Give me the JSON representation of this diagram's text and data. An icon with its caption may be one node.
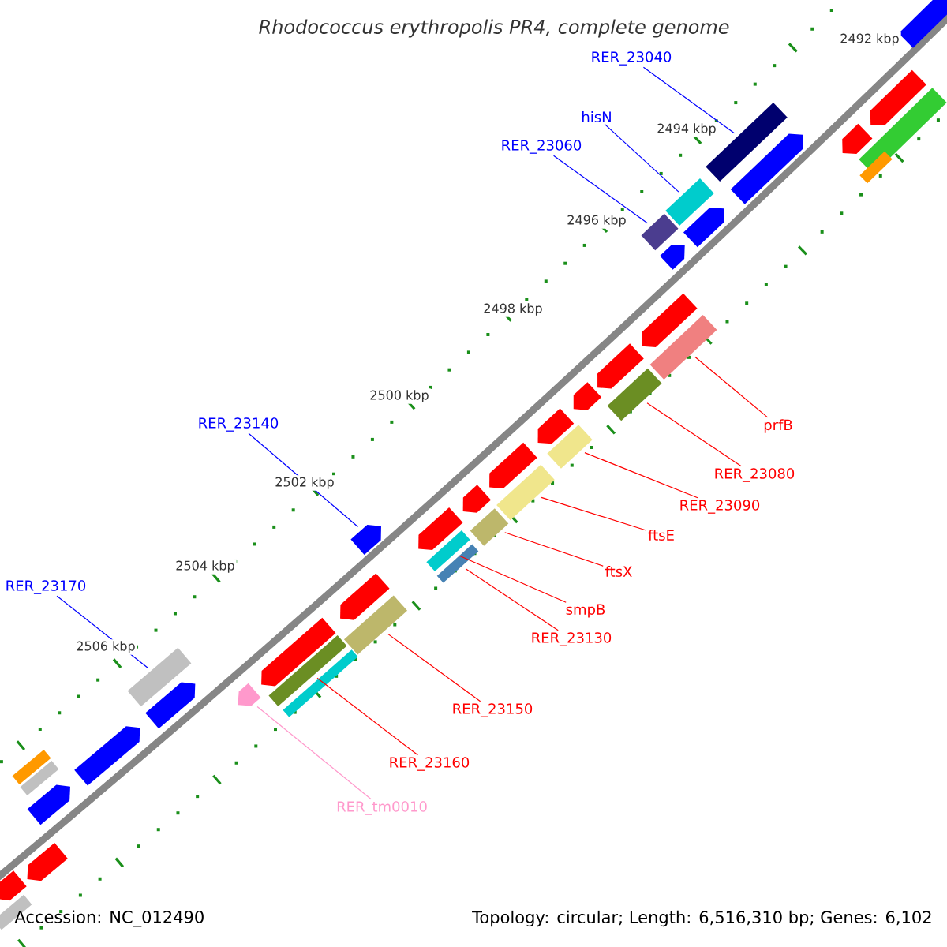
{
  "diagram": {
    "title": "Rhodococcus erythropolis PR4, complete genome",
    "nodes": [
      {
        "text": [
          "RER_23040"
        ]
      },
      {
        "text": [
          "hisN"
        ]
      },
      {
        "text": [
          "RER_23060"
        ]
      },
      {
        "text": [
          "prfB"
        ]
      },
      {
        "text": [
          "RER_23080"
        ]
      },
      {
        "text": [
          "RER_23090"
        ]
      },
      {
        "text": [
          "ftsE"
        ]
      },
      {
        "text": [
          "ftsX"
        ]
      },
      {
        "text": [
          "smpB"
        ]
      },
      {
        "text": [
          "RER_23130"
        ]
      },
      {
        "text": [
          "RER_23140"
        ]
      },
      {
        "text": [
          "RER_23150"
        ]
      },
      {
        "text": [
          "RER_23170"
        ]
      },
      {
        "text": [
          "RER_23160"
        ]
      },
      {
        "text": [
          "RER_tm0010"
        ]
      },
      {
        "text": [],
        "shape": "box"
      },
      {
        "text": [],
        "shape": "box"
      },
      {
        "text": [],
        "shape": "box"
      },
      {
        "text": [],
        "shape": "box"
      },
      {
        "text": [],
        "shape": "box"
      },
      {
        "text": [],
        "shape": "box"
      },
      {
        "text": [],
        "shape": "box"
      },
      {
        "text": [],
        "shape": "box"
      },
      {
        "text": [],
        "shape": "box"
      },
      {
        "text": [],
        "shape": "box"
      },
      {
        "text": [],
        "shape": "pentagon"
      },
      {
        "text": [],
        "shape": "box"
      },
      {
        "text": [],
        "shape": "box"
      },
      {
        "text": [],
        "shape": "box"
      },
      {
        "text": [],
        "shape": "pentagon"
      },
      {
        "text": [],
        "shape": "pentagon"
      },
      {
        "text": [],
        "shape": "pentagon"
      },
      {
        "text": [],
        "shape": "pentagon"
      },
      {
        "text": [],
        "shape": "pentagon"
      },
      {
        "text": [],
        "shape": "pentagon"
      },
      {
        "text": [],
        "shape": "pentagon"
      },
      {
        "text": [],
        "shape": "box"
      },
      {
        "text": [],
        "shape": "box"
      },
      {
        "text": [],
        "shape": "pentagon"
      },
      {
        "text": [],
        "shape": "pentagon"
      },
      {
        "text": [],
        "shape": "pentagon"
      },
      {
        "text": [],
        "shape": "box"
      },
      {
        "text": [],
        "shape": "box"
      },
      {
        "text": [],
        "shape": "pentagon"
      },
      {
        "text": [],
        "shape": "pentagon"
      },
      {
        "text": [],
        "shape": "pentagon"
      },
      {
        "text": [],
        "shape": "pentagon"
      },
      {
        "text": [],
        "shape": "pentagon"
      },
      {
        "text": [],
        "shape": "pentagon"
      },
      {
        "text": [],
        "shape": "pentagon"
      },
      {
        "text": [],
        "shape": "pentagon"
      },
      {
        "text": [],
        "shape": "pentagon"
      },
      {
        "text": [],
        "shape": "box"
      },
      {
        "text": [],
        "shape": "pentagon"
      },
      {
        "text": [],
        "shape": "pentagon"
      },
      {
        "text": [],
        "shape": "box"
      }
    ],
    "edges": [
      {
        "from": 0,
        "to": 15,
        "arrow": "none",
        "color": "#0000ff"
      },
      {
        "from": 1,
        "to": 16,
        "arrow": "none",
        "color": "#0000ff"
      },
      {
        "from": 2,
        "to": 17,
        "arrow": "none",
        "color": "#0000ff"
      },
      {
        "from": 3,
        "to": 18,
        "arrow": "none"
      },
      {
        "from": 4,
        "to": 19,
        "arrow": "none"
      },
      {
        "from": 5,
        "to": 20,
        "arrow": "none"
      },
      {
        "from": 6,
        "to": 21,
        "arrow": "none"
      },
      {
        "from": 7,
        "to": 22,
        "arrow": "none"
      },
      {
        "from": 8,
        "to": 23,
        "arrow": "none"
      },
      {
        "from": 9,
        "to": 24,
        "arrow": "none"
      },
      {
        "from": 10,
        "to": 25,
        "arrow": "none",
        "color": "#0000ff"
      },
      {
        "from": 11,
        "to": 26,
        "arrow": "none"
      },
      {
        "from": 12,
        "to": 27,
        "arrow": "none",
        "color": "#0000ff"
      },
      {
        "from": 13,
        "to": 28,
        "arrow": "none"
      },
      {
        "from": 14,
        "to": 29,
        "arrow": "none",
        "color": "#ff99cc"
      }
    ],
    "labels": [
      "2492 kbp",
      "2494 kbp",
      "2496 kbp",
      "2498 kbp",
      "2500 kbp",
      "2502 kbp",
      "2504 kbp",
      "2506 kbp",
      "Accession: NC_012490",
      "Topology: circular; Length: 6,516,310 bp; Genes: 6,102"
    ]
  }
}
